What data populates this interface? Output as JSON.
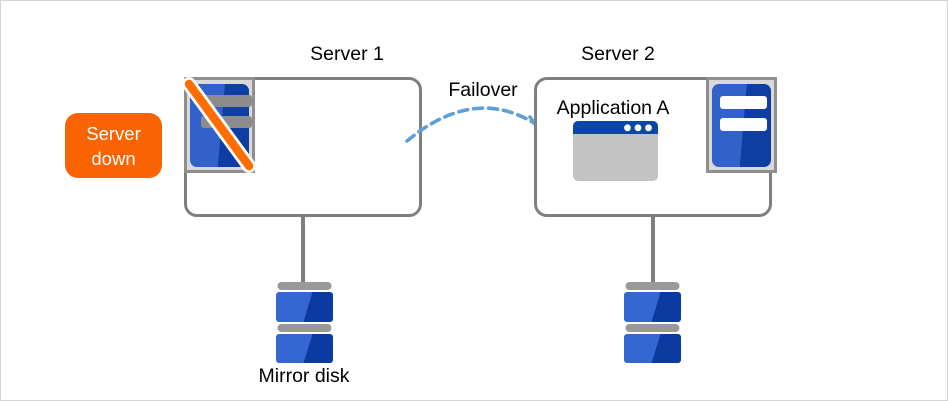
{
  "badge": {
    "line1": "Server",
    "line2": "down"
  },
  "server1": {
    "title": "Server 1",
    "icon": "server-down-icon",
    "disk_icon": "mirror-disk-icon",
    "disk_label": "Mirror disk"
  },
  "server2": {
    "title": "Server 2",
    "app_label": "Application A",
    "app_icon": "application-window-icon",
    "icon": "server-icon",
    "disk_icon": "mirror-disk-icon"
  },
  "failover": {
    "label": "Failover",
    "icon": "dashed-curved-arrow-icon"
  },
  "colors": {
    "badge_orange": "#F96302",
    "badge_text_white": "#FFFFFF",
    "slash_orange": "#FF6D00",
    "slash_outline_white": "#FFFFFF",
    "server_blue_light": "#3161C9",
    "server_blue_dark": "#0F3EA2",
    "disk_blue_light": "#3566D2",
    "disk_blue_dark": "#0B3AA0",
    "stripe_gray": "#8C8C8C",
    "stripe_white": "#FFFFFF",
    "disk_bar_gray": "#999999",
    "icon_bg_gray": "#D9D9D9",
    "icon_border_gray": "#8F8F8F",
    "box_border_gray": "#7F7F7F",
    "connector_gray": "#7F7F7F",
    "window_title_blue": "#0B47A4",
    "window_body_gray": "#C3C3C3",
    "window_dot_white": "#FFFFFF",
    "arrow_blue": "#5F9FD8",
    "text_black": "#000000"
  }
}
